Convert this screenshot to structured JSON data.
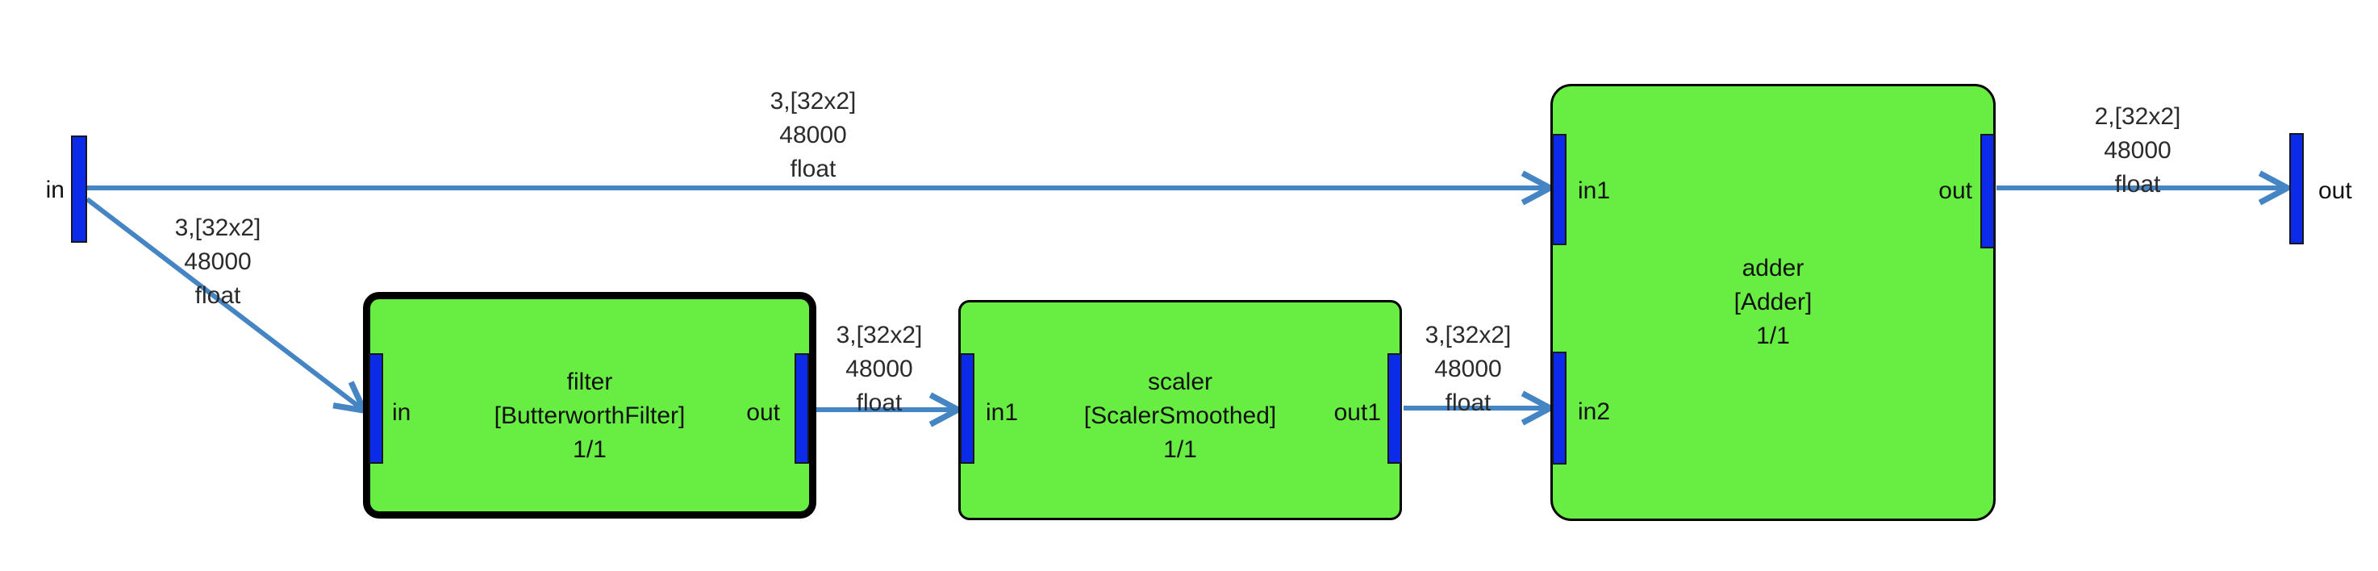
{
  "diagram": {
    "graph_input": {
      "label": "in"
    },
    "graph_output": {
      "label": "out"
    },
    "nodes": [
      {
        "name": "filter",
        "type_label": "[ButterworthFilter]",
        "ratio": "1/1",
        "selected": true,
        "ports": {
          "in": "in",
          "out": "out"
        }
      },
      {
        "name": "scaler",
        "type_label": "[ScalerSmoothed]",
        "ratio": "1/1",
        "selected": false,
        "ports": {
          "in1": "in1",
          "out1": "out1"
        }
      },
      {
        "name": "adder",
        "type_label": "[Adder]",
        "ratio": "1/1",
        "selected": false,
        "ports": {
          "in1": "in1",
          "in2": "in2",
          "out": "out"
        }
      }
    ],
    "edges": [
      {
        "from": "in",
        "to": "adder.in1",
        "lines": [
          "3,[32x2]",
          "48000",
          "float"
        ]
      },
      {
        "from": "in",
        "to": "filter.in",
        "lines": [
          "3,[32x2]",
          "48000",
          "float"
        ]
      },
      {
        "from": "filter.out",
        "to": "scaler.in1",
        "lines": [
          "3,[32x2]",
          "48000",
          "float"
        ]
      },
      {
        "from": "scaler.out1",
        "to": "adder.in2",
        "lines": [
          "3,[32x2]",
          "48000",
          "float"
        ]
      },
      {
        "from": "adder.out",
        "to": "out",
        "lines": [
          "2,[32x2]",
          "48000",
          "float"
        ]
      }
    ],
    "colors": {
      "node_fill": "#68ed42",
      "node_border": "#000000",
      "port_fill": "#0c2be8",
      "edge": "#4585c4",
      "text": "#111111",
      "background": "#ffffff"
    }
  }
}
